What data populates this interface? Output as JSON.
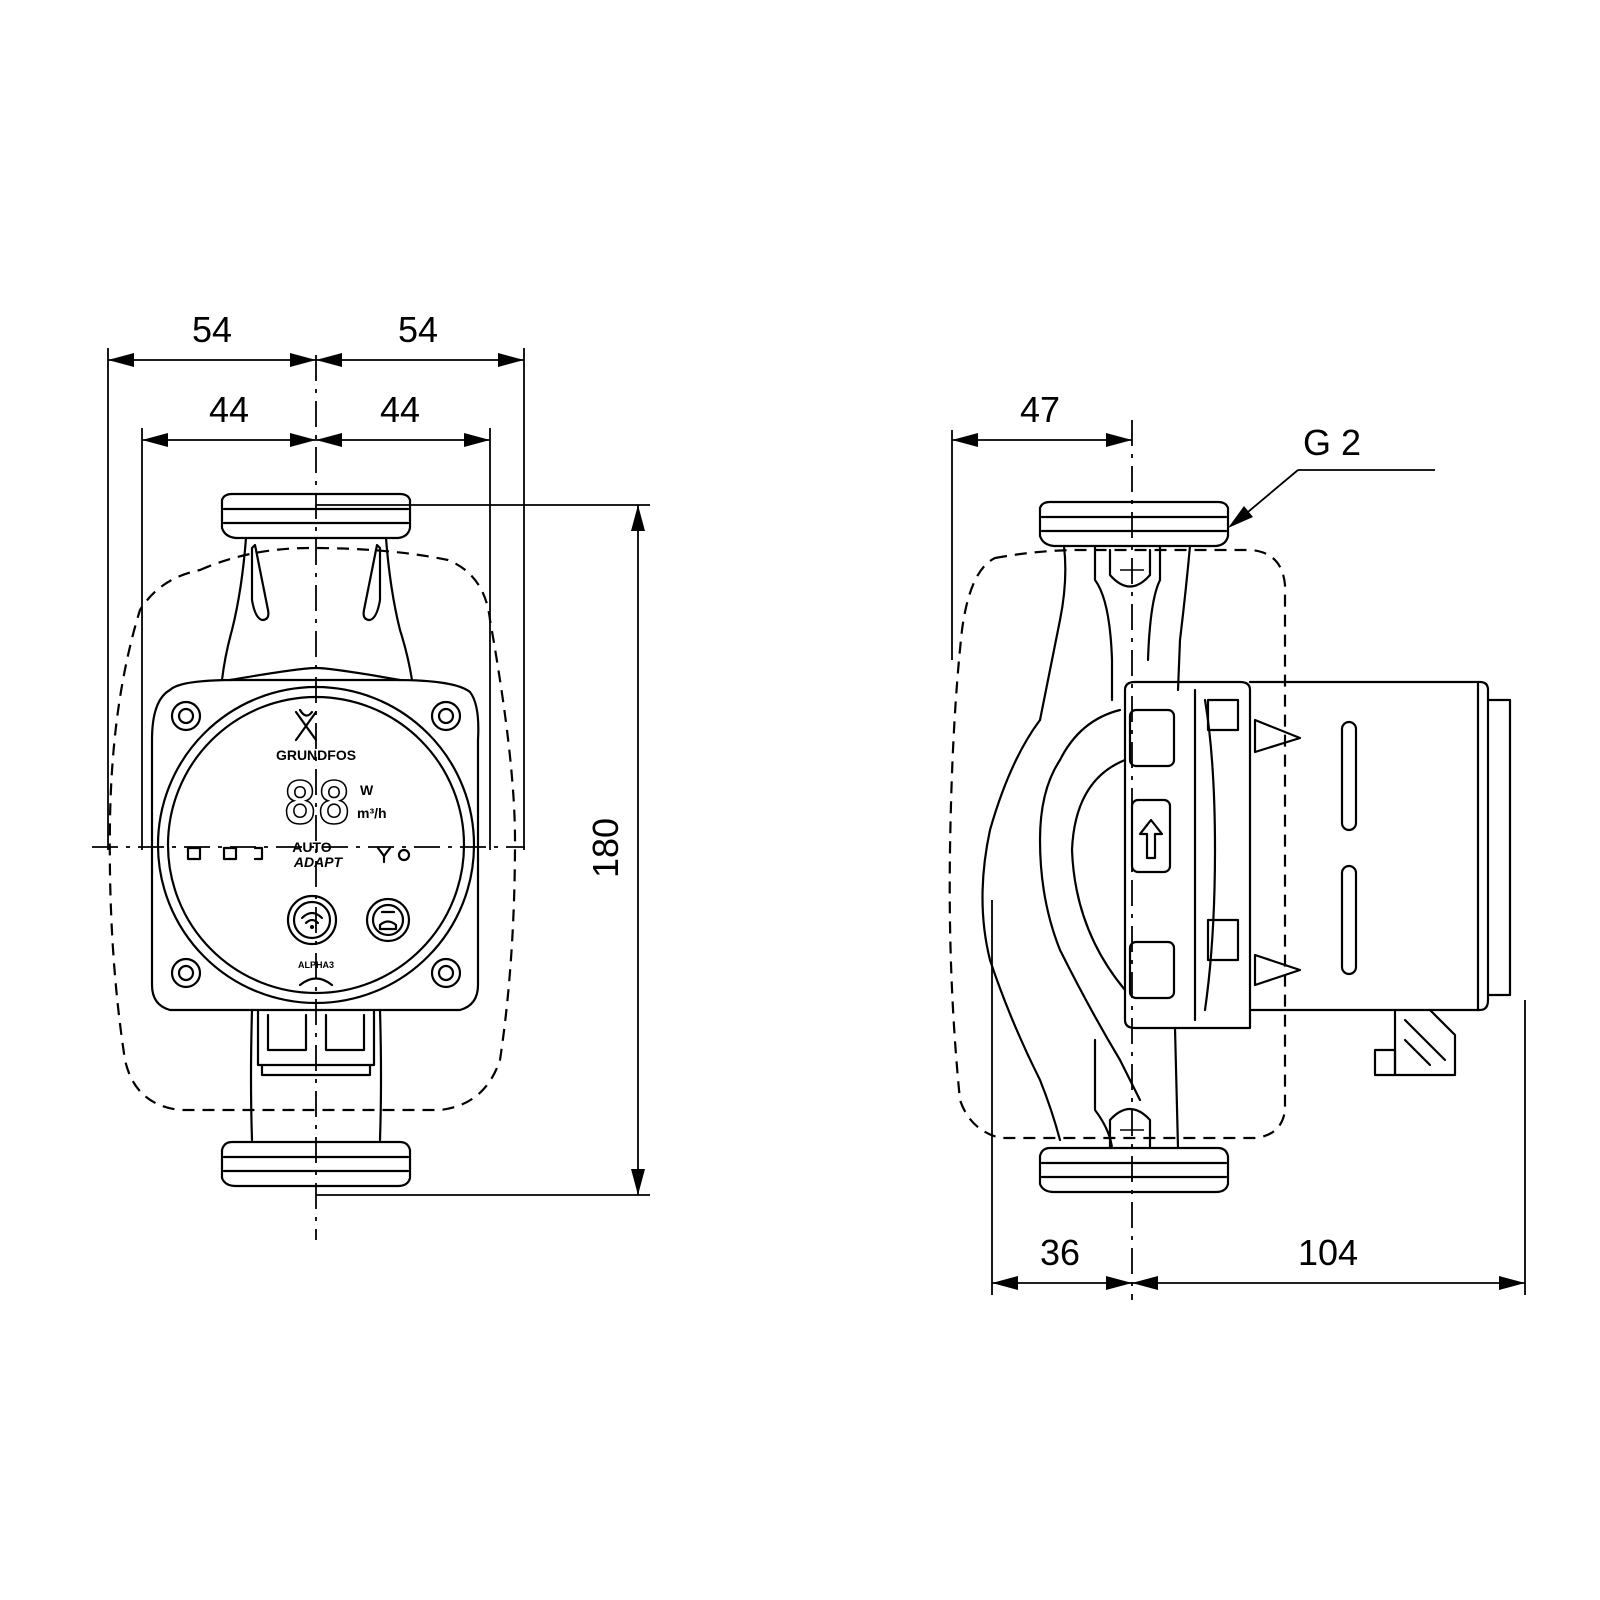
{
  "dimensions": {
    "front_half_outer_left": "54",
    "front_half_outer_right": "54",
    "front_half_inner_left": "44",
    "front_half_inner_right": "44",
    "overall_height": "180",
    "side_top_width": "47",
    "side_bottom_left": "36",
    "side_bottom_right": "104",
    "thread_spec": "G 2"
  },
  "control_panel": {
    "brand": "GRUNDFOS",
    "display_digits": "88",
    "unit_power": "W",
    "unit_flow": "m³/h",
    "mode_label_line1": "AUTO",
    "mode_label_line2": "ADAPT",
    "model_label": "ALPHA3"
  }
}
